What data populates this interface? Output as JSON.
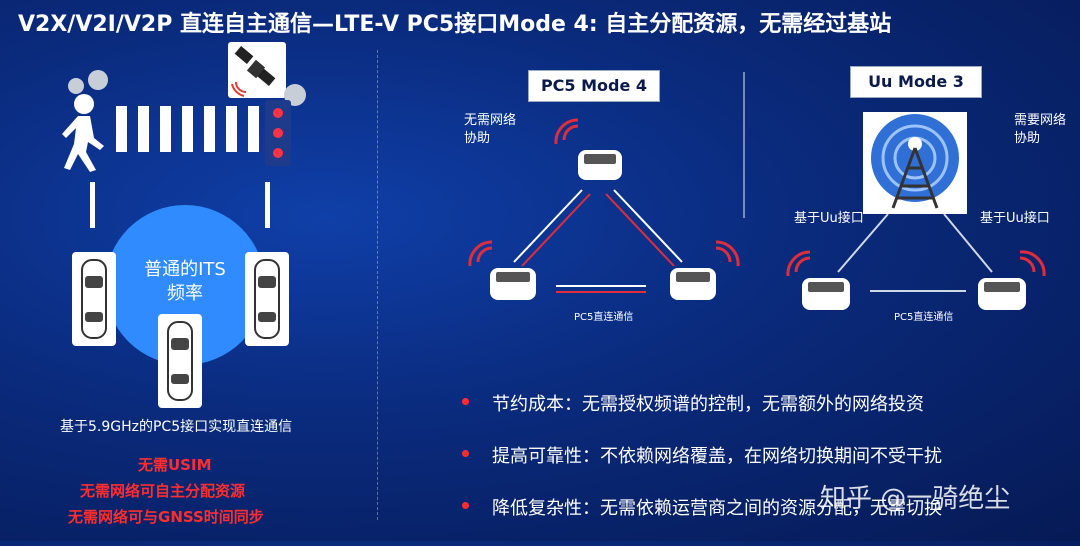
{
  "title": "V2X/V2I/V2P 直连自主通信—LTE-V PC5接口Mode 4: 自主分配资源，无需经过基站",
  "left": {
    "circle_label_line1": "普通的ITS",
    "circle_label_line2": "频率",
    "description": "基于5.9GHz的PC5接口实现直连通信",
    "red_lines": [
      "无需USIM",
      "无需网络可自主分配资源",
      "无需网络可与GNSS时间同步"
    ],
    "icons": [
      "pedestrian-icon",
      "satellite-icon",
      "traffic-light-icon",
      "car-icon"
    ]
  },
  "pc5_mode": {
    "label": "PC5 Mode 4",
    "note": "无需网络协助",
    "link_label": "PC5直连通信"
  },
  "uu_mode": {
    "label": "Uu Mode 3",
    "note": "需要网络协助",
    "left_interface": "基于Uu接口",
    "right_interface": "基于Uu接口",
    "link_label": "PC5直连通信"
  },
  "bullets": [
    "节约成本：无需授权频谱的控制，无需额外的网络投资",
    "提高可靠性：不依赖网络覆盖，在网络切换期间不受干扰",
    "降低复杂性：无需依赖运营商之间的资源分配，无需切换"
  ],
  "watermark": "知乎 @一骑绝尘",
  "colors": {
    "accent_red": "#ff2d2d",
    "circle_blue": "#2f8bff",
    "background": "#0a2a7c"
  }
}
